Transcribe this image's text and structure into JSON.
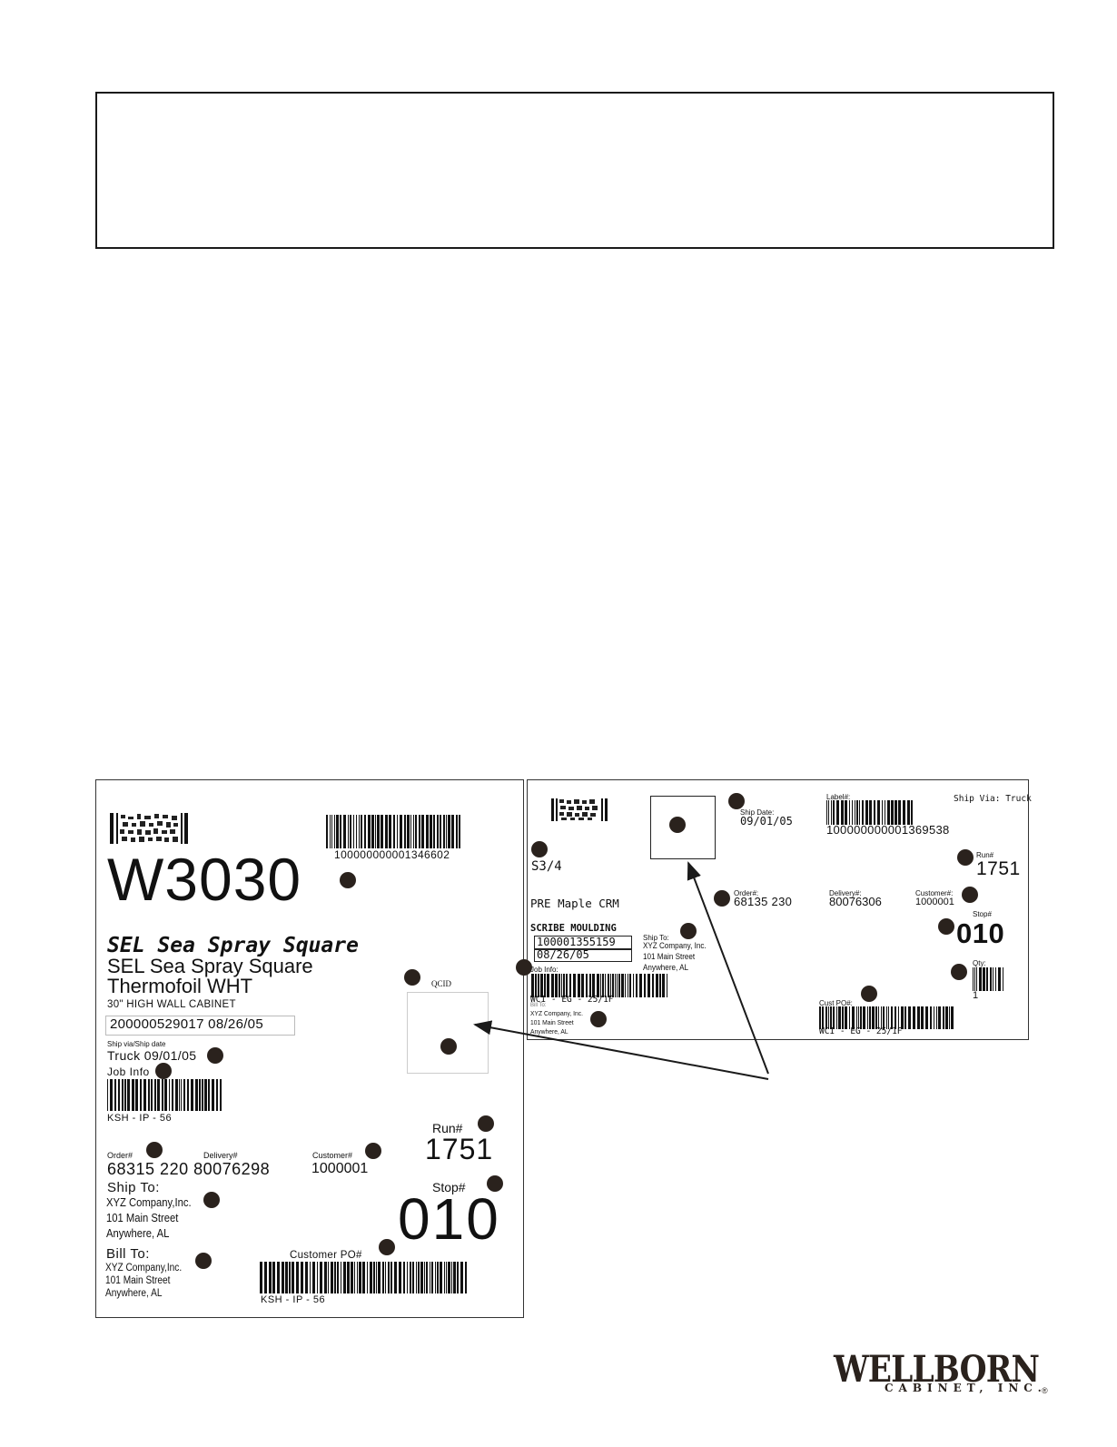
{
  "colors": {
    "dot": "#2a221d",
    "logo": "#2a221d",
    "border": "#1a1a1a"
  },
  "label1": {
    "barcode_top_number": "100000000001346602",
    "product_code": "W3030",
    "door_style_bold": "SEL Sea Spray Square",
    "door_style": "SEL Sea Spray Square",
    "finish": "Thermofoil WHT",
    "description": "30\" HIGH WALL CABINET",
    "serial_date": "200000529017 08/26/05",
    "qcid_label": "QCID",
    "ship_via_label": "Ship via/Ship date",
    "ship_via_value": "Truck 09/01/05",
    "job_info_label": "Job Info",
    "job_barcode_text": "KSH - IP - 56",
    "order_label": "Order#",
    "delivery_label": "Delivery#",
    "customer_label": "Customer#",
    "order_delivery_value": "68315 220 80076298",
    "customer_value": "1000001",
    "run_label": "Run#",
    "run_value": "1751",
    "ship_to_label": "Ship To:",
    "ship_to_lines": [
      "XYZ Company,Inc.",
      "101 Main Street",
      "Anywhere, AL"
    ],
    "stop_label": "Stop#",
    "stop_value": "010",
    "bill_to_label": "Bill To:",
    "bill_to_lines": [
      "XYZ Company,Inc.",
      "101 Main Street",
      "Anywhere, AL"
    ],
    "customer_po_label": "Customer PO#",
    "po_barcode_text": "KSH - IP - 56"
  },
  "label2": {
    "ship_date_label": "Ship Date:",
    "ship_date_value": "09/01/05",
    "label_num_label": "Label#:",
    "label_num_value": "100000000001369538",
    "ship_via": "Ship Via: Truck",
    "size": "S3/4",
    "run_label": "Run#",
    "run_value": "1751",
    "order_label": "Order#:",
    "order_value": "68135 230",
    "delivery_label": "Delivery#:",
    "delivery_value": "80076306",
    "customer_label": "Customer#:",
    "customer_value": "1000001",
    "style": "PRE Maple CRM",
    "item": "SCRIBE MOULDING",
    "serial": "100001355159",
    "date": "08/26/05",
    "ship_to_label": "Ship To:",
    "ship_to_lines": [
      "XYZ Company, Inc.",
      "101 Main Street",
      "Anywhere, AL"
    ],
    "stop_label": "Stop#",
    "stop_value": "010",
    "job_info_label": "Job Info:",
    "job_text": "WCI - EG - 25/1F",
    "qty_label": "Qty:",
    "qty_value": "1",
    "bill_label": "Bill To:",
    "bill_lines": [
      "XYZ Company, Inc.",
      "101 Main Street",
      "Anywhere, AL"
    ],
    "cust_po_label": "Cust PO#:",
    "po_text": "WCI - EG - 25/1F"
  },
  "logo": {
    "name": "WELLBORN",
    "tagline": "CABINET, INC.",
    "registered": "®"
  }
}
